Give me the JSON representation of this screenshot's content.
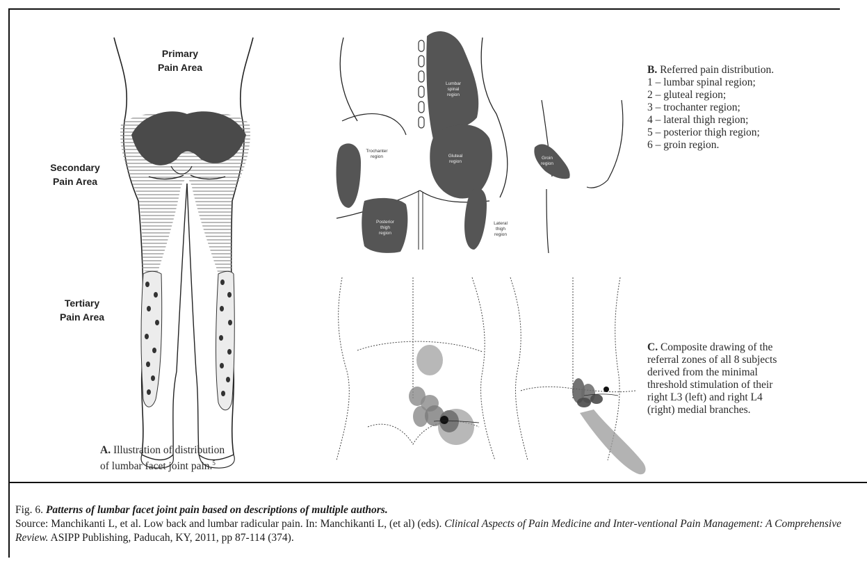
{
  "panel_a": {
    "labels": {
      "primary": [
        "Primary",
        "Pain Area"
      ],
      "secondary": [
        "Secondary",
        "Pain Area"
      ],
      "tertiary": [
        "Tertiary",
        "Pain Area"
      ]
    },
    "caption_letter": "A.",
    "caption_line1": "Illustration of distribution",
    "caption_line2": "of lumbar facet joint pain.",
    "caption_ref": "5"
  },
  "panel_b": {
    "heading_letter": "B.",
    "heading_text": "Referred pain distribution.",
    "items": [
      "1 – lumbar spinal region;",
      "2 – gluteal region;",
      "3 – trochanter region;",
      "4 – lateral thigh region;",
      "5 – posterior thigh region;",
      "6 – groin region."
    ],
    "region_labels": {
      "lumbar": [
        "Lumbar",
        "spinal",
        "region"
      ],
      "trochanter": [
        "Trochanter",
        "region"
      ],
      "gluteal": [
        "Gluteal",
        "region"
      ],
      "posterior": [
        "Posterior",
        "thigh",
        "region"
      ],
      "lateral": [
        "Lateral",
        "thigh",
        "region"
      ],
      "groin": [
        "Groin",
        "region"
      ]
    }
  },
  "panel_c": {
    "heading_letter": "C.",
    "lines": [
      "Composite drawing of the",
      "referral zones of all 8 subjects",
      "derived from the minimal",
      "threshold stimulation of their",
      "right L3 (left) and right L4",
      "(right) medial branches."
    ]
  },
  "caption": {
    "fig_label": "Fig. 6.",
    "title": "Patterns of lumbar facet joint pain based on descriptions of multiple authors",
    "title_end": ".",
    "source_pre": "Source: Manchikanti L, et al. Low back and lumbar radicular pain. In: Manchikanti L, (et al) (eds). ",
    "source_book": "Clinical Aspects of Pain Medicine and Inter-ventional Pain Management: A Comprehensive Review.",
    "source_post": " ASIPP Publishing, Paducah, KY, 2011, pp 87-114 (374)."
  }
}
